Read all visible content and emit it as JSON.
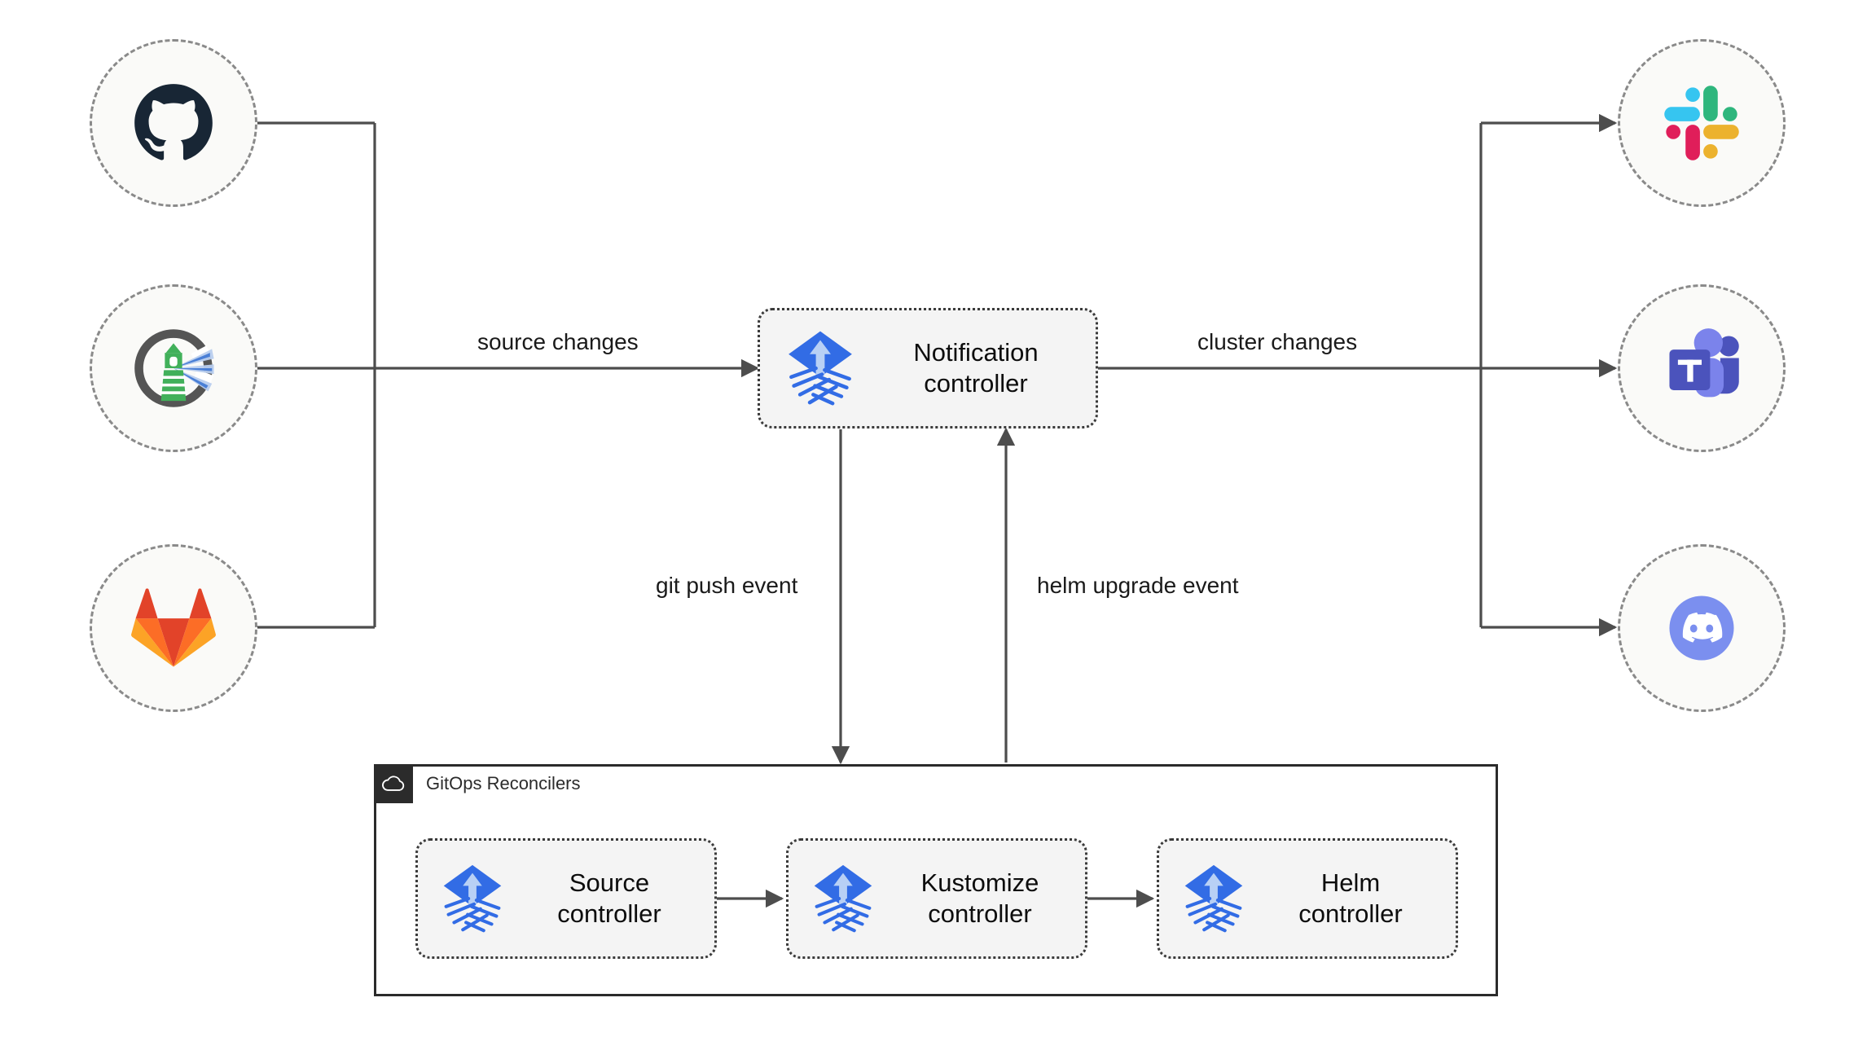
{
  "diagram": {
    "title": "Flux notification architecture",
    "colors": {
      "line": "#4d4d4d",
      "node_fill": "#fafaf8",
      "node_border": "#8a8a8a",
      "card_fill": "#f4f4f4",
      "card_border": "#3a3a3a",
      "group_border": "#2b2b2b",
      "group_badge": "#2b2b2b",
      "flux_blue": "#326ce5",
      "flux_arrow": "#b8d0f5",
      "github_dark": "#182635",
      "gitlab_red": "#e24329",
      "gitlab_orange": "#fc6d26",
      "gitlab_amber": "#fca326",
      "flux_green": "#41b05a",
      "flux_ring": "#555555",
      "slack_cyan": "#36c5f0",
      "slack_green": "#2eb67d",
      "slack_red": "#e01e5a",
      "slack_yellow": "#ecb22e",
      "teams_dark": "#4b53bc",
      "teams_light": "#7b83eb",
      "discord_blurple": "#7b8fef"
    }
  },
  "sources": [
    {
      "id": "github",
      "icon": "github-icon",
      "name": "GitHub"
    },
    {
      "id": "flux",
      "icon": "flux-lighthouse-icon",
      "name": "Flux"
    },
    {
      "id": "gitlab",
      "icon": "gitlab-icon",
      "name": "GitLab"
    }
  ],
  "targets": [
    {
      "id": "slack",
      "icon": "slack-icon",
      "name": "Slack"
    },
    {
      "id": "teams",
      "icon": "microsoft-teams-icon",
      "name": "Microsoft Teams"
    },
    {
      "id": "discord",
      "icon": "discord-icon",
      "name": "Discord"
    }
  ],
  "notification": {
    "label": "Notification\ncontroller",
    "icon": "flux-logo-icon"
  },
  "group": {
    "title": "GitOps Reconcilers",
    "badge_icon": "cloud-icon",
    "controllers": [
      {
        "id": "source",
        "label": "Source\ncontroller",
        "icon": "flux-logo-icon"
      },
      {
        "id": "kustomize",
        "label": "Kustomize\ncontroller",
        "icon": "flux-logo-icon"
      },
      {
        "id": "helm",
        "label": "Helm\ncontroller",
        "icon": "flux-logo-icon"
      }
    ]
  },
  "edges": {
    "source_changes": "source changes",
    "cluster_changes": "cluster changes",
    "git_push_event": "git push event",
    "helm_upgrade_event": "helm upgrade event"
  }
}
